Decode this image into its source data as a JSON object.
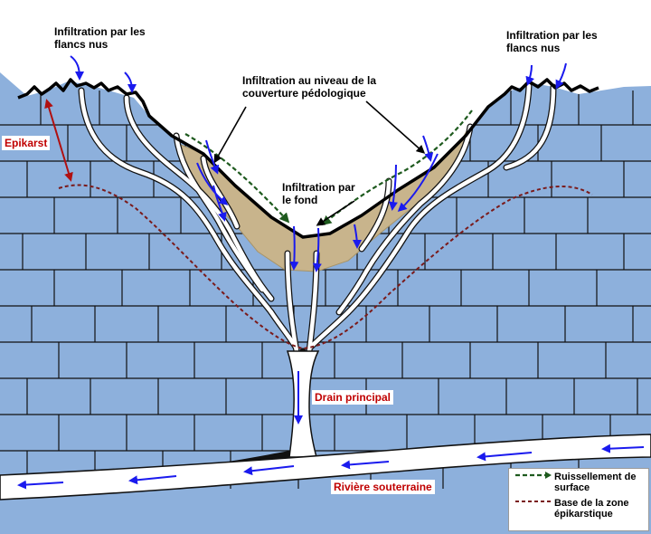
{
  "labels": {
    "flank_left": "Infiltration par les flancs nus",
    "flank_right": "Infiltration par les flancs nus",
    "soil": "Infiltration au niveau de la couverture pédologique",
    "bottom": "Infiltration par le fond",
    "epikarst": "Epikarst",
    "main_drain": "Drain principal",
    "river": "Rivière souterraine"
  },
  "legend": {
    "runoff": "Ruissellement de surface",
    "epikarst_base": "Base de la zone épikarstique"
  },
  "colors": {
    "limestone": "#8db0dc",
    "joint_lines": "#111111",
    "sky": "#ffffff",
    "soil": "#c8b48c",
    "infiltration_arrows": "#1a1aee",
    "runoff": "#1e5a1e",
    "epikarst_base": "#7a1a1a",
    "label_red": "#c00000"
  },
  "icons": [
    "infiltration-arrow-icon",
    "river-flow-arrow-icon"
  ]
}
